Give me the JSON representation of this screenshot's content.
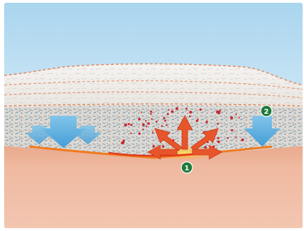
{
  "markers": [
    {
      "id": "marker-1",
      "label": "1",
      "meaning": "heat-source"
    },
    {
      "id": "marker-2",
      "label": "2",
      "meaning": "cooling-flow"
    }
  ],
  "colors": {
    "sky_top": "#a9d5ee",
    "sky_bottom": "#e6f2fb",
    "ground": "#efb9a0",
    "ground_dark": "#e6a98c",
    "heat_arrow": "#e8552b",
    "heat_band": "#f07a1e",
    "cool_arrow": "#4aa6dc",
    "particle_red": "#c8242d",
    "dashed_line": "#e08a5e",
    "badge": "#1f7a3a"
  },
  "icons": [
    "heat-arrow-icon",
    "cooling-arrow-icon",
    "marker-badge-icon"
  ]
}
